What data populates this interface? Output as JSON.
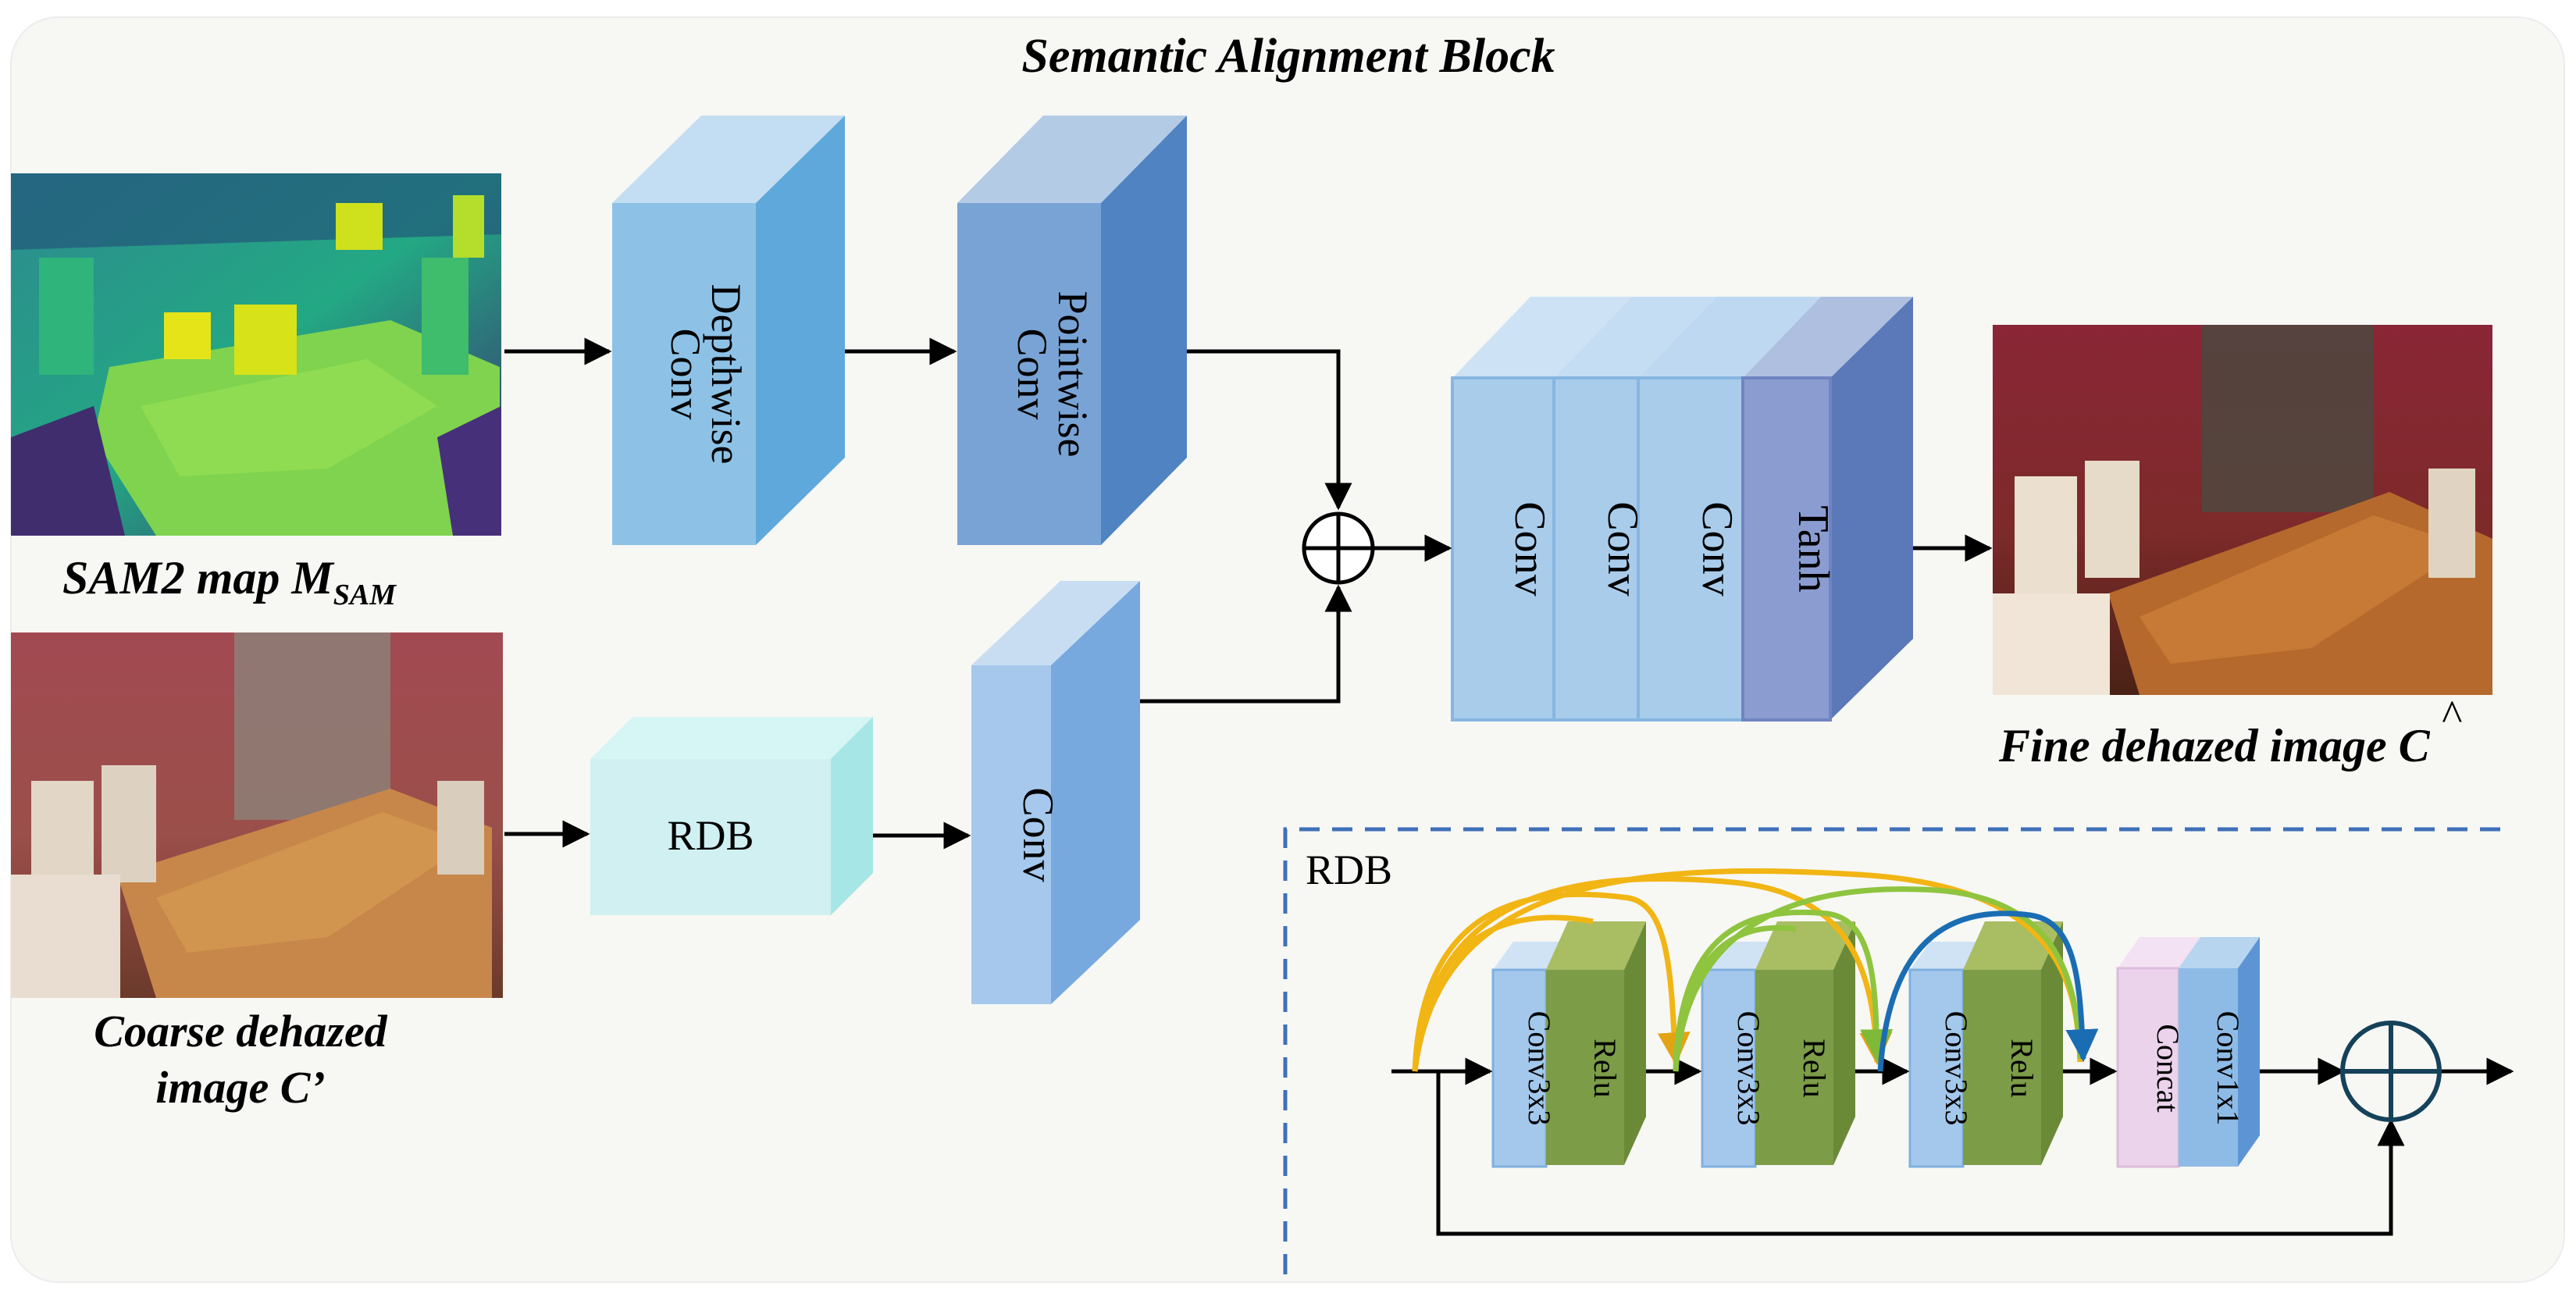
{
  "title": "Semantic Alignment Block",
  "inputs": {
    "sam_map": {
      "label_main": "SAM2 map M",
      "label_sub": "SAM"
    },
    "coarse": {
      "line1": "Coarse dehazed",
      "line2": "image C’"
    }
  },
  "blocks": {
    "depthwise": {
      "line1": "Depthwise",
      "line2": "Conv"
    },
    "pointwise": {
      "line1": "Pointwise",
      "line2": "Conv"
    },
    "rdb": "RDB",
    "conv_lower": "Conv",
    "conv1": "Conv",
    "conv2": "Conv",
    "conv3": "Conv",
    "tanh": "Tanh"
  },
  "output": {
    "label": "Fine dehazed image",
    "symbol": "C",
    "hat": "^"
  },
  "rdb_detail": {
    "title": "RDB",
    "conv_labels": [
      "Conv3x3",
      "Conv3x3",
      "Conv3x3"
    ],
    "relu_labels": [
      "Relu",
      "Relu",
      "Relu"
    ],
    "concat": "Concat",
    "conv1x1": "Conv1x1"
  },
  "colors": {
    "background_panel": "#f7f7f4",
    "block_light_blue": "#8ec1e6",
    "block_mid_blue": "#7da6d6",
    "rdb_cyan": "#cdf1f1",
    "tanh_purple": "#8d9cd0",
    "relu_green": "#7c9c48",
    "concat_pink": "#ecd3ec",
    "dense_yellow": "#f1b514",
    "dense_green": "#8fc43f",
    "dense_blue": "#1b6db3",
    "dash_blue": "#3f70b8"
  }
}
